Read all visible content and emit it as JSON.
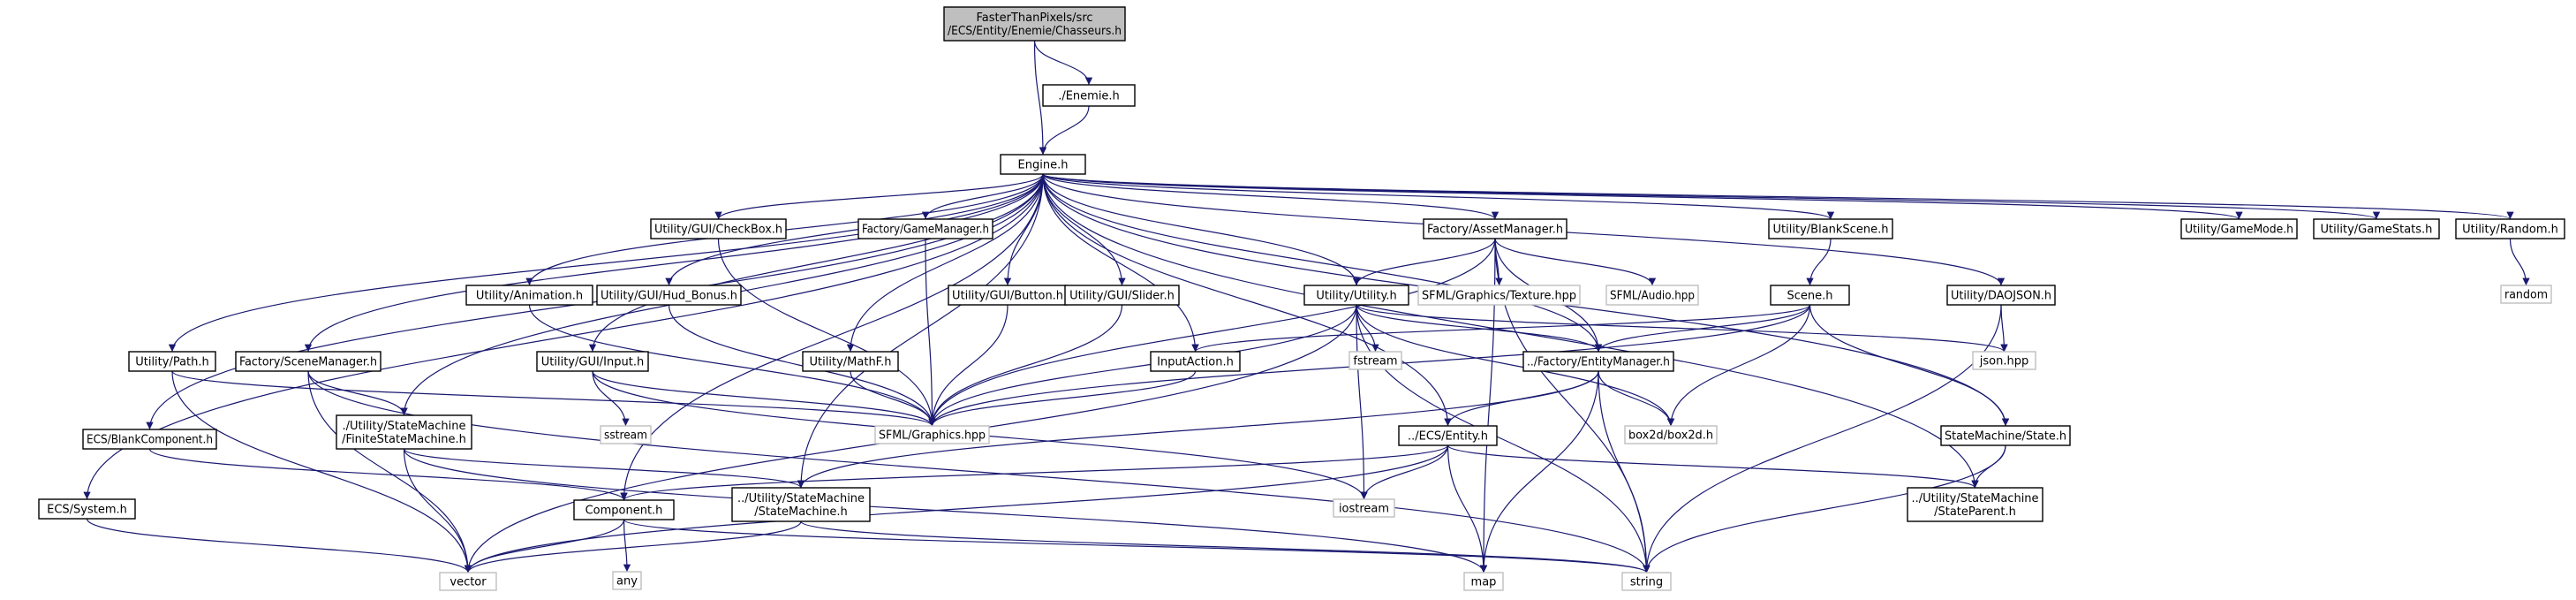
{
  "graph": {
    "edge_color": "#191970",
    "root_fill": "#bfbfbf",
    "nodes": [
      {
        "id": "root",
        "lines": [
          "FasterThanPixels/src",
          "/ECS/Entity/Enemie/Chasseurs.h"
        ],
        "kind": "root"
      },
      {
        "id": "enemie",
        "lines": [
          "./Enemie.h"
        ],
        "kind": "int"
      },
      {
        "id": "engine",
        "lines": [
          "Engine.h"
        ],
        "kind": "int"
      },
      {
        "id": "checkbox",
        "lines": [
          "Utility/GUI/CheckBox.h"
        ],
        "kind": "int"
      },
      {
        "id": "gamemanager",
        "lines": [
          "Factory/GameManager.h"
        ],
        "kind": "int"
      },
      {
        "id": "assetmanager",
        "lines": [
          "Factory/AssetManager.h"
        ],
        "kind": "int"
      },
      {
        "id": "blankscene",
        "lines": [
          "Utility/BlankScene.h"
        ],
        "kind": "int"
      },
      {
        "id": "gamemode",
        "lines": [
          "Utility/GameMode.h"
        ],
        "kind": "int"
      },
      {
        "id": "gamestats",
        "lines": [
          "Utility/GameStats.h"
        ],
        "kind": "int"
      },
      {
        "id": "random_h",
        "lines": [
          "Utility/Random.h"
        ],
        "kind": "int"
      },
      {
        "id": "animation",
        "lines": [
          "Utility/Animation.h"
        ],
        "kind": "int"
      },
      {
        "id": "hudbonus",
        "lines": [
          "Utility/GUI/Hud_Bonus.h"
        ],
        "kind": "int"
      },
      {
        "id": "button",
        "lines": [
          "Utility/GUI/Button.h"
        ],
        "kind": "int"
      },
      {
        "id": "slider",
        "lines": [
          "Utility/GUI/Slider.h"
        ],
        "kind": "int"
      },
      {
        "id": "utility",
        "lines": [
          "Utility/Utility.h"
        ],
        "kind": "int"
      },
      {
        "id": "texture",
        "lines": [
          "SFML/Graphics/Texture.hpp"
        ],
        "kind": "ext"
      },
      {
        "id": "audio",
        "lines": [
          "SFML/Audio.hpp"
        ],
        "kind": "ext"
      },
      {
        "id": "scene",
        "lines": [
          "Scene.h"
        ],
        "kind": "int"
      },
      {
        "id": "daojson",
        "lines": [
          "Utility/DAOJSON.h"
        ],
        "kind": "int"
      },
      {
        "id": "random",
        "lines": [
          "random"
        ],
        "kind": "ext"
      },
      {
        "id": "path",
        "lines": [
          "Utility/Path.h"
        ],
        "kind": "int"
      },
      {
        "id": "scenemanager",
        "lines": [
          "Factory/SceneManager.h"
        ],
        "kind": "int"
      },
      {
        "id": "input",
        "lines": [
          "Utility/GUI/Input.h"
        ],
        "kind": "int"
      },
      {
        "id": "mathf",
        "lines": [
          "Utility/MathF.h"
        ],
        "kind": "int"
      },
      {
        "id": "inputaction",
        "lines": [
          "InputAction.h"
        ],
        "kind": "int"
      },
      {
        "id": "fstream",
        "lines": [
          "fstream"
        ],
        "kind": "ext"
      },
      {
        "id": "entitymanager",
        "lines": [
          "../Factory/EntityManager.h"
        ],
        "kind": "int"
      },
      {
        "id": "jsonhpp",
        "lines": [
          "json.hpp"
        ],
        "kind": "ext"
      },
      {
        "id": "blankcomponent",
        "lines": [
          "ECS/BlankComponent.h"
        ],
        "kind": "int"
      },
      {
        "id": "fsm",
        "lines": [
          "./Utility/StateMachine",
          "/FiniteStateMachine.h"
        ],
        "kind": "int"
      },
      {
        "id": "sstream",
        "lines": [
          "sstream"
        ],
        "kind": "ext"
      },
      {
        "id": "sfmlgraphics",
        "lines": [
          "SFML/Graphics.hpp"
        ],
        "kind": "ext"
      },
      {
        "id": "entity",
        "lines": [
          "../ECS/Entity.h"
        ],
        "kind": "int"
      },
      {
        "id": "box2d",
        "lines": [
          "box2d/box2d.h"
        ],
        "kind": "ext"
      },
      {
        "id": "state",
        "lines": [
          "StateMachine/State.h"
        ],
        "kind": "int"
      },
      {
        "id": "ecssystem",
        "lines": [
          "ECS/System.h"
        ],
        "kind": "int"
      },
      {
        "id": "component",
        "lines": [
          "Component.h"
        ],
        "kind": "int"
      },
      {
        "id": "statemachine",
        "lines": [
          "../Utility/StateMachine",
          "/StateMachine.h"
        ],
        "kind": "int"
      },
      {
        "id": "iostream",
        "lines": [
          "iostream"
        ],
        "kind": "ext"
      },
      {
        "id": "stateparent",
        "lines": [
          "../Utility/StateMachine",
          "/StateParent.h"
        ],
        "kind": "int"
      },
      {
        "id": "vector",
        "lines": [
          "vector"
        ],
        "kind": "ext"
      },
      {
        "id": "any",
        "lines": [
          "any"
        ],
        "kind": "ext"
      },
      {
        "id": "map",
        "lines": [
          "map"
        ],
        "kind": "ext"
      },
      {
        "id": "string",
        "lines": [
          "string"
        ],
        "kind": "ext"
      }
    ],
    "edges": [
      [
        "root",
        "enemie"
      ],
      [
        "root",
        "engine"
      ],
      [
        "enemie",
        "engine"
      ],
      [
        "engine",
        "checkbox"
      ],
      [
        "engine",
        "gamemanager"
      ],
      [
        "engine",
        "assetmanager"
      ],
      [
        "engine",
        "blankscene"
      ],
      [
        "engine",
        "gamemode"
      ],
      [
        "engine",
        "gamestats"
      ],
      [
        "engine",
        "random_h"
      ],
      [
        "engine",
        "animation"
      ],
      [
        "engine",
        "hudbonus"
      ],
      [
        "engine",
        "button"
      ],
      [
        "engine",
        "slider"
      ],
      [
        "engine",
        "utility"
      ],
      [
        "engine",
        "daojson"
      ],
      [
        "engine",
        "path"
      ],
      [
        "engine",
        "scenemanager"
      ],
      [
        "engine",
        "input"
      ],
      [
        "engine",
        "mathf"
      ],
      [
        "engine",
        "inputaction"
      ],
      [
        "engine",
        "entitymanager"
      ],
      [
        "engine",
        "blankcomponent"
      ],
      [
        "engine",
        "fsm"
      ],
      [
        "engine",
        "entity"
      ],
      [
        "engine",
        "state"
      ],
      [
        "engine",
        "ecssystem"
      ],
      [
        "engine",
        "component"
      ],
      [
        "engine",
        "statemachine"
      ],
      [
        "engine",
        "stateparent"
      ],
      [
        "checkbox",
        "sfmlgraphics"
      ],
      [
        "gamemanager",
        "sfmlgraphics"
      ],
      [
        "animation",
        "sfmlgraphics"
      ],
      [
        "hudbonus",
        "sfmlgraphics"
      ],
      [
        "button",
        "sfmlgraphics"
      ],
      [
        "slider",
        "sfmlgraphics"
      ],
      [
        "mathf",
        "sfmlgraphics"
      ],
      [
        "inputaction",
        "sfmlgraphics"
      ],
      [
        "input",
        "sfmlgraphics"
      ],
      [
        "path",
        "sfmlgraphics"
      ],
      [
        "utility",
        "sfmlgraphics"
      ],
      [
        "assetmanager",
        "sfmlgraphics"
      ],
      [
        "scene",
        "sfmlgraphics"
      ],
      [
        "assetmanager",
        "utility"
      ],
      [
        "assetmanager",
        "texture"
      ],
      [
        "assetmanager",
        "audio"
      ],
      [
        "assetmanager",
        "entitymanager"
      ],
      [
        "assetmanager",
        "string"
      ],
      [
        "assetmanager",
        "map"
      ],
      [
        "blankscene",
        "scene"
      ],
      [
        "scene",
        "inputaction"
      ],
      [
        "scene",
        "entitymanager"
      ],
      [
        "scene",
        "box2d"
      ],
      [
        "scene",
        "state"
      ],
      [
        "utility",
        "fstream"
      ],
      [
        "utility",
        "entitymanager"
      ],
      [
        "utility",
        "jsonhpp"
      ],
      [
        "utility",
        "box2d"
      ],
      [
        "utility",
        "iostream"
      ],
      [
        "utility",
        "vector"
      ],
      [
        "utility",
        "string"
      ],
      [
        "daojson",
        "jsonhpp"
      ],
      [
        "daojson",
        "string"
      ],
      [
        "random_h",
        "random"
      ],
      [
        "path",
        "vector"
      ],
      [
        "scenemanager",
        "fsm"
      ],
      [
        "scenemanager",
        "vector"
      ],
      [
        "scenemanager",
        "string"
      ],
      [
        "input",
        "sstream"
      ],
      [
        "input",
        "iostream"
      ],
      [
        "entitymanager",
        "entity"
      ],
      [
        "entitymanager",
        "box2d"
      ],
      [
        "entitymanager",
        "statemachine"
      ],
      [
        "entitymanager",
        "map"
      ],
      [
        "entitymanager",
        "string"
      ],
      [
        "blankcomponent",
        "component"
      ],
      [
        "fsm",
        "statemachine"
      ],
      [
        "fsm",
        "vector"
      ],
      [
        "fsm",
        "map"
      ],
      [
        "entity",
        "component"
      ],
      [
        "entity",
        "iostream"
      ],
      [
        "entity",
        "vector"
      ],
      [
        "entity",
        "map"
      ],
      [
        "entity",
        "stateparent"
      ],
      [
        "state",
        "stateparent"
      ],
      [
        "state",
        "string"
      ],
      [
        "ecssystem",
        "vector"
      ],
      [
        "component",
        "vector"
      ],
      [
        "component",
        "any"
      ],
      [
        "component",
        "string"
      ],
      [
        "statemachine",
        "vector"
      ],
      [
        "statemachine",
        "string"
      ]
    ]
  }
}
